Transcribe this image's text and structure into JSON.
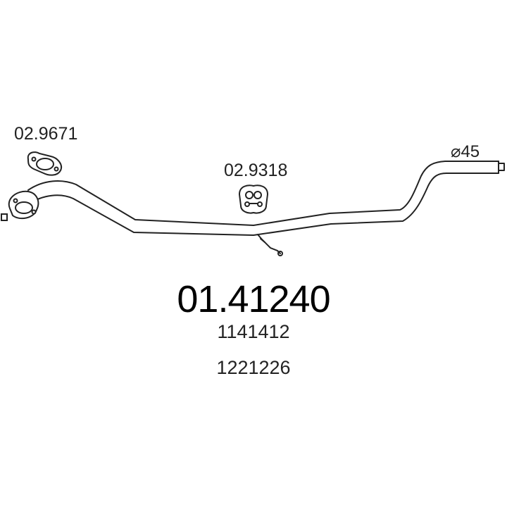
{
  "labels": {
    "gasket_part_no": "02.9671",
    "hanger_part_no": "02.9318",
    "diameter": "⌀45",
    "main_part_no": "01.41240",
    "ref_numbers": [
      "1141412",
      "1221226"
    ]
  },
  "icons": [
    "flange-gasket-icon",
    "rubber-hanger-icon",
    "exhaust-pipe-icon",
    "flange-icon",
    "sensor-wire-icon"
  ],
  "colors": {
    "line": "#222222",
    "background": "#ffffff"
  }
}
